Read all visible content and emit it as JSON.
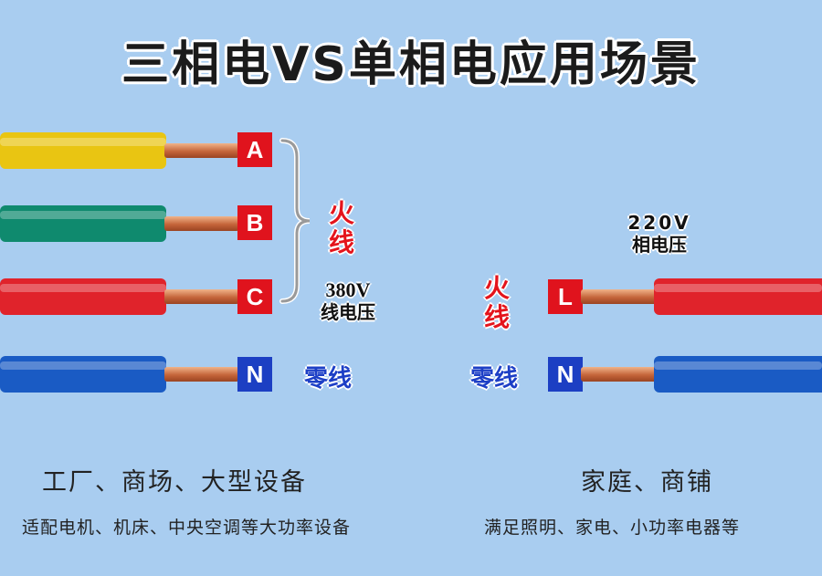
{
  "title": "三相电VS单相电应用场景",
  "three_phase": {
    "terminals": [
      "A",
      "B",
      "C",
      "N"
    ],
    "live_label": [
      "火",
      "线"
    ],
    "voltage_value": "380V",
    "voltage_name": "线电压",
    "neutral_label": "零线",
    "scene_title": "工厂、商场、大型设备",
    "scene_desc": "适配电机、机床、中央空调等大功率设备",
    "colors": {
      "yellow": "#e9c512",
      "green": "#0f8a6e",
      "red": "#e0232b",
      "blue": "#1a5bc4"
    }
  },
  "single_phase": {
    "terminals": [
      "L",
      "N"
    ],
    "live_label": [
      "火",
      "线"
    ],
    "voltage_value": "220V",
    "voltage_name": "相电压",
    "neutral_label": "零线",
    "scene_title": "家庭、商铺",
    "scene_desc": "满足照明、家电、小功率电器等",
    "colors": {
      "red": "#e0232b",
      "blue": "#1a5bc4"
    }
  }
}
